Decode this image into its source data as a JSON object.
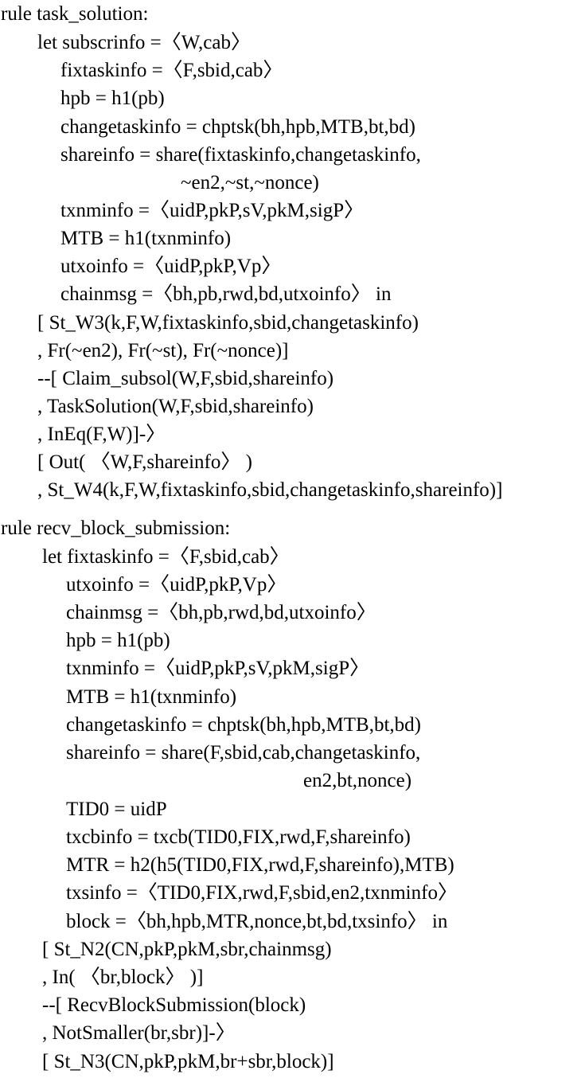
{
  "rules": [
    {
      "lines": [
        "rule task_solution:",
        "let subscrinfo =〈W,cab〉",
        "fixtaskinfo =〈F,sbid,cab〉",
        "hpb = h1(pb)",
        "changetaskinfo = chptsk(bh,hpb,MTB,bt,bd)",
        "shareinfo = share(fixtaskinfo,changetaskinfo,",
        "~en2,~st,~nonce)",
        "txnminfo =〈uidP,pkP,sV,pkM,sigP〉",
        "MTB = h1(txnminfo)",
        "utxoinfo =〈uidP,pkP,Vp〉",
        "chainmsg =〈bh,pb,rwd,bd,utxoinfo〉 in",
        "[ St_W3(k,F,W,fixtaskinfo,sbid,changetaskinfo)",
        ", Fr(~en2), Fr(~st), Fr(~nonce)]",
        "--[ Claim_subsol(W,F,sbid,shareinfo)",
        ", TaskSolution(W,F,sbid,shareinfo)",
        ", InEq(F,W)]-〉",
        "[ Out( 〈W,F,shareinfo〉 )",
        ", St_W4(k,F,W,fixtaskinfo,sbid,changetaskinfo,shareinfo)]"
      ]
    },
    {
      "lines": [
        "rule recv_block_submission:",
        "let fixtaskinfo =〈F,sbid,cab〉",
        "utxoinfo =〈uidP,pkP,Vp〉",
        "chainmsg =〈bh,pb,rwd,bd,utxoinfo〉",
        "hpb = h1(pb)",
        "txnminfo =〈uidP,pkP,sV,pkM,sigP〉",
        "MTB = h1(txnminfo)",
        "changetaskinfo = chptsk(bh,hpb,MTB,bt,bd)",
        "shareinfo = share(F,sbid,cab,changetaskinfo,",
        "en2,bt,nonce)",
        "TID0 = uidP",
        "txcbinfo = txcb(TID0,FIX,rwd,F,shareinfo)",
        "MTR = h2(h5(TID0,FIX,rwd,F,shareinfo),MTB)",
        "txsinfo =〈TID0,FIX,rwd,F,sbid,en2,txnminfo〉",
        "block =〈bh,hpb,MTR,nonce,bt,bd,txsinfo〉 in",
        "[ St_N2(CN,pkP,pkM,sbr,chainmsg)",
        ", In( 〈br,block〉 )]",
        "--[ RecvBlockSubmission(block)",
        ", NotSmaller(br,sbr)]-〉",
        "[ St_N3(CN,pkP,pkM,br+sbr,block)]"
      ]
    }
  ]
}
